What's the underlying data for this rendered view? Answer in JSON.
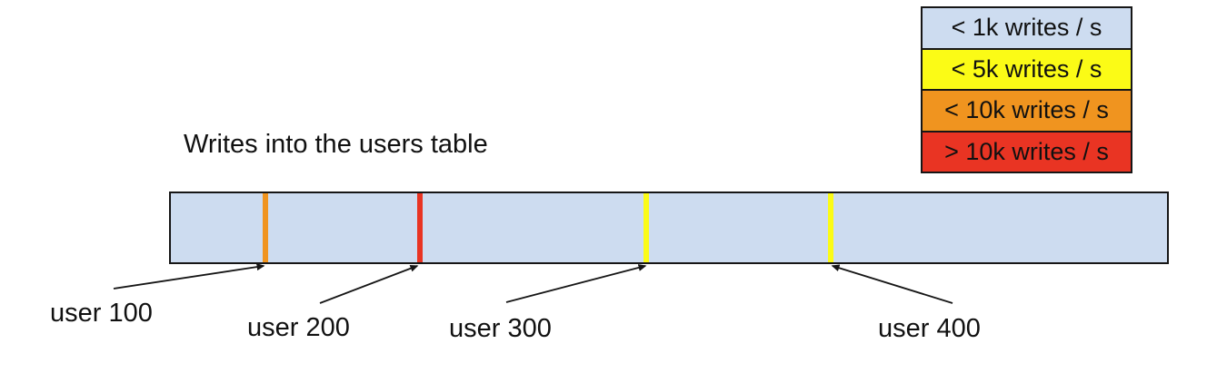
{
  "title": "Writes into the users table",
  "colors": {
    "bar_fill": "#cddcf0",
    "legend_blue": "#cddcf0",
    "yellow": "#fbfb16",
    "orange": "#f0941f",
    "red": "#e93423",
    "outline": "#161616"
  },
  "legend": {
    "items": [
      {
        "label": "< 1k writes / s",
        "color": "#cddcf0"
      },
      {
        "label": "< 5k writes / s",
        "color": "#fbfb16"
      },
      {
        "label": "< 10k writes / s",
        "color": "#f0941f"
      },
      {
        "label": "> 10k writes / s",
        "color": "#e93423"
      }
    ]
  },
  "bar": {
    "fill": "#cddcf0",
    "stripes": [
      {
        "user": "user 100",
        "color": "#f0941f"
      },
      {
        "user": "user 200",
        "color": "#e93423"
      },
      {
        "user": "user 300",
        "color": "#fbfb16"
      },
      {
        "user": "user 400",
        "color": "#fbfb16"
      }
    ]
  },
  "annotations": [
    {
      "text": "user 100"
    },
    {
      "text": "user 200"
    },
    {
      "text": "user 300"
    },
    {
      "text": "user 400"
    }
  ]
}
